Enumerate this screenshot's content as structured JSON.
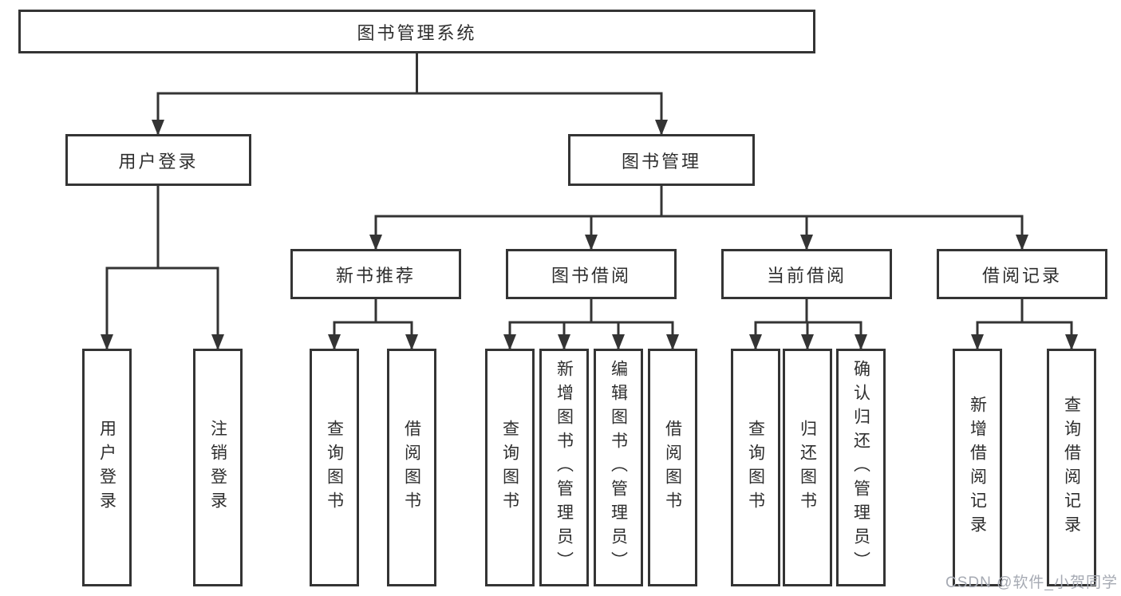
{
  "tree": {
    "label": "图书管理系统",
    "children": [
      {
        "label": "用户登录",
        "children": [
          {
            "label": "用户登录"
          },
          {
            "label": "注销登录"
          }
        ]
      },
      {
        "label": "图书管理",
        "children": [
          {
            "label": "新书推荐",
            "children": [
              {
                "label": "查询图书"
              },
              {
                "label": "借阅图书"
              }
            ]
          },
          {
            "label": "图书借阅",
            "children": [
              {
                "label": "查询图书"
              },
              {
                "label": "新增图书（管理员）"
              },
              {
                "label": "编辑图书（管理员）"
              },
              {
                "label": "借阅图书"
              }
            ]
          },
          {
            "label": "当前借阅",
            "children": [
              {
                "label": "查询图书"
              },
              {
                "label": "归还图书"
              },
              {
                "label": "确认归还（管理员）"
              }
            ]
          },
          {
            "label": "借阅记录",
            "children": [
              {
                "label": "新增借阅记录"
              },
              {
                "label": "查询借阅记录"
              }
            ]
          }
        ]
      }
    ]
  },
  "watermark": {
    "text": "CSDN @软件_小贺同学"
  },
  "colors": {
    "line": "#343434",
    "text": "#2e2e2e",
    "watermark": "#a6aab3",
    "background": "#ffffff"
  }
}
